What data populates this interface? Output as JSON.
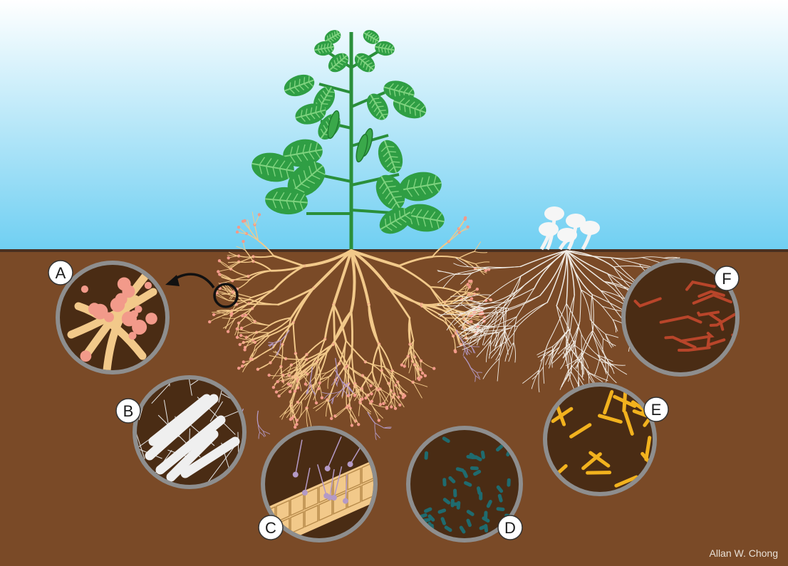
{
  "colors": {
    "sky_top": "#ffffff",
    "sky_bottom": "#6fcff2",
    "soil": "#7a4a27",
    "soil_line": "#4a3020",
    "leaf": "#2f9e44",
    "leaf_vein": "#7fd37f",
    "stem": "#2a8f3a",
    "root": "#f2c98a",
    "nodule": "#f29a8a",
    "fungal_root": "#f0ebe4",
    "mycorrhiza": "#b49ac6",
    "bacteria": "#1f6b6f",
    "yellow_hyphae": "#f2b21e",
    "red_hyphae": "#b8452a",
    "inset_bg": "#4a2c14",
    "inset_ring": "#8e8e8e"
  },
  "insets": [
    {
      "id": "A",
      "label": "A",
      "content": "root-nodules"
    },
    {
      "id": "B",
      "label": "B",
      "content": "fungal-hyphae"
    },
    {
      "id": "C",
      "label": "C",
      "content": "root-cells-mycorrhiza"
    },
    {
      "id": "D",
      "label": "D",
      "content": "soil-bacteria"
    },
    {
      "id": "E",
      "label": "E",
      "content": "yellow-hyphae"
    },
    {
      "id": "F",
      "label": "F",
      "content": "red-hyphae"
    }
  ],
  "credit": "Allan W. Chong"
}
